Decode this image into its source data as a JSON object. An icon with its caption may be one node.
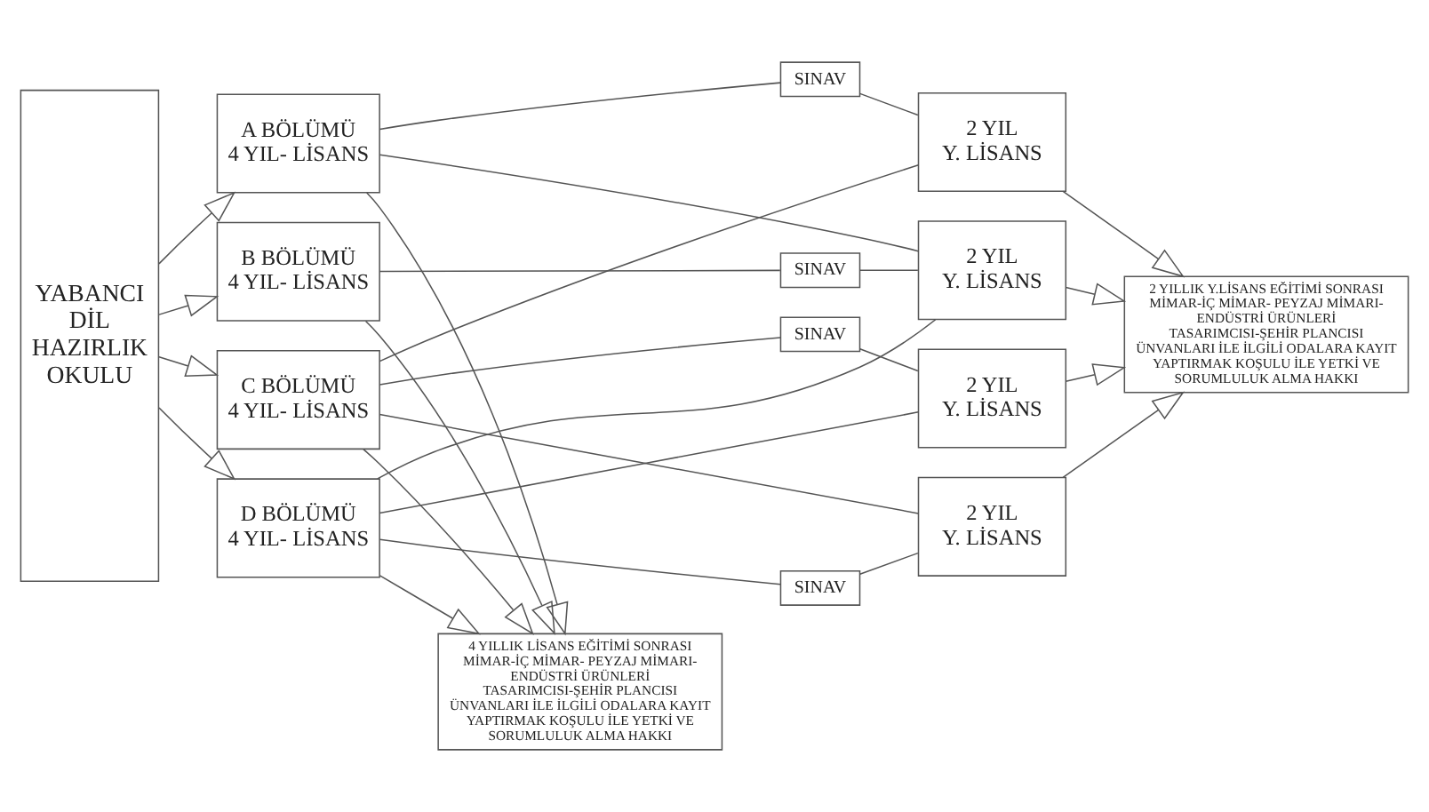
{
  "diagram": {
    "nodes": [
      {
        "text": [
          "YABANCI DİL HAZIRLIK OKULU"
        ]
      },
      {
        "text": [
          "A BÖLÜMÜ",
          "4 YIL- LİSANS"
        ]
      },
      {
        "text": [
          "B BÖLÜMÜ",
          "4 YIL- LİSANS"
        ]
      },
      {
        "text": [
          "C BÖLÜMÜ",
          "4 YIL- LİSANS"
        ]
      },
      {
        "text": [
          "D BÖLÜMÜ",
          "4 YIL- LİSANS"
        ]
      },
      {
        "text": [
          "4 YILLIK LİSANS EĞİTİMİ SONRASI MİMAR-İÇ MİMAR- PEYZAJ MİMARI- ENDÜSTRİ ÜRÜNLERİ TASARIMCISI-ŞEHİR PLANCISI ÜNVANLARI İLE İLGİLİ ODALARA KAYIT YAPTIRMAK KOŞULU İLE YETKİ VE SORUMLULUK ALMA HAKKI"
        ]
      },
      {
        "text": [
          "SINAV"
        ]
      },
      {
        "text": [
          "SINAV"
        ]
      },
      {
        "text": [
          "SINAV"
        ]
      },
      {
        "text": [
          "SINAV"
        ]
      },
      {
        "text": [
          "2 YIL",
          "Y. LİSANS"
        ]
      },
      {
        "text": [
          "2 YIL",
          "Y. LİSANS"
        ]
      },
      {
        "text": [
          "2 YIL",
          "Y. LİSANS"
        ]
      },
      {
        "text": [
          "2 YIL",
          "Y. LİSANS"
        ]
      },
      {
        "text": [
          "2 YILLIK Y.LİSANS EĞİTİMİ SONRASI MİMAR-İÇ MİMAR- PEYZAJ MİMARI- ENDÜSTRİ ÜRÜNLERİ TASARIMCISI-ŞEHİR PLANCISI ÜNVANLARI İLE İLGİLİ ODALARA KAYIT YAPTIRMAK KOŞULU İLE YETKİ VE SORUMLULUK ALMA HAKKI"
        ]
      }
    ],
    "edges": [
      {
        "from": 0,
        "to": 1,
        "arrow": "to"
      },
      {
        "from": 0,
        "to": 2,
        "arrow": "to"
      },
      {
        "from": 0,
        "to": 3,
        "arrow": "to"
      },
      {
        "from": 0,
        "to": 4,
        "arrow": "to"
      },
      {
        "from": 1,
        "to": 6,
        "arrow": "none"
      },
      {
        "from": 1,
        "to": 11,
        "arrow": "none"
      },
      {
        "from": 2,
        "to": 7,
        "arrow": "none"
      },
      {
        "from": 3,
        "to": 10,
        "arrow": "none"
      },
      {
        "from": 3,
        "to": 8,
        "arrow": "none"
      },
      {
        "from": 3,
        "to": 13,
        "arrow": "none"
      },
      {
        "from": 4,
        "to": 11,
        "arrow": "none"
      },
      {
        "from": 4,
        "to": 12,
        "arrow": "none"
      },
      {
        "from": 4,
        "to": 9,
        "arrow": "none"
      },
      {
        "from": 1,
        "to": 5,
        "arrow": "to"
      },
      {
        "from": 2,
        "to": 5,
        "arrow": "to"
      },
      {
        "from": 3,
        "to": 5,
        "arrow": "to"
      },
      {
        "from": 4,
        "to": 5,
        "arrow": "to"
      },
      {
        "from": 6,
        "to": 10,
        "arrow": "none"
      },
      {
        "from": 7,
        "to": 11,
        "arrow": "none"
      },
      {
        "from": 8,
        "to": 12,
        "arrow": "none"
      },
      {
        "from": 9,
        "to": 13,
        "arrow": "none"
      },
      {
        "from": 10,
        "to": 14,
        "arrow": "to"
      },
      {
        "from": 11,
        "to": 14,
        "arrow": "to"
      },
      {
        "from": 12,
        "to": 14,
        "arrow": "to"
      },
      {
        "from": 13,
        "to": 14,
        "arrow": "to"
      }
    ]
  }
}
